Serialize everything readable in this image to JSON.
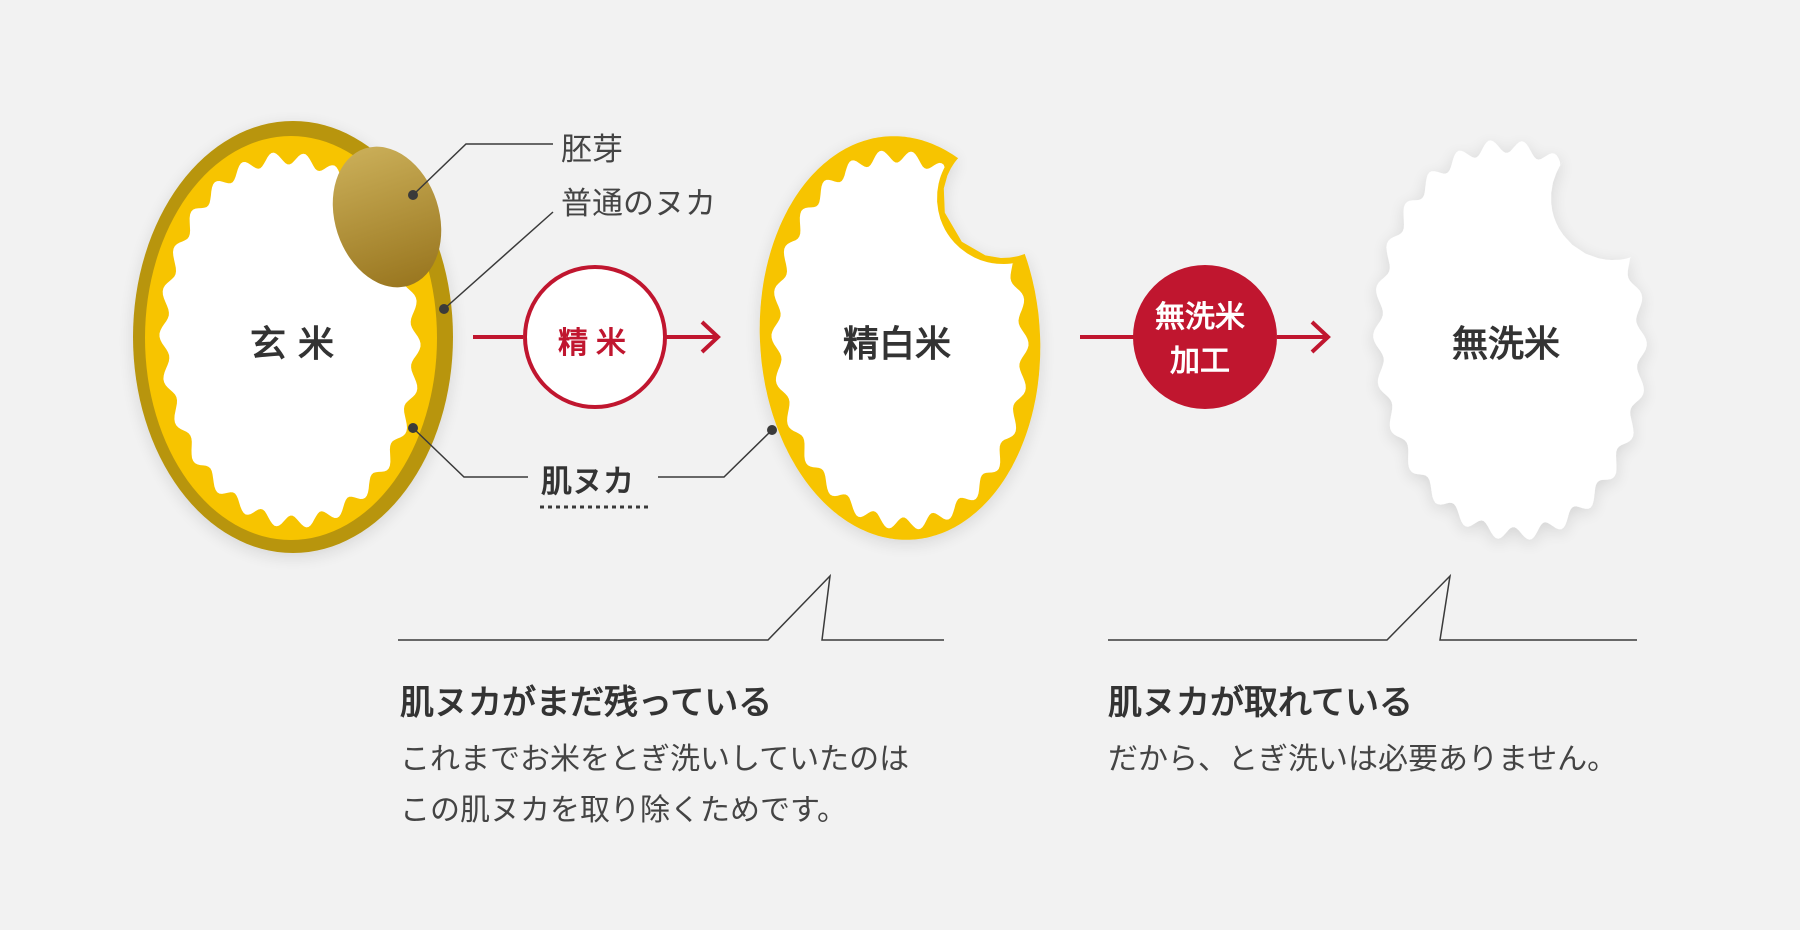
{
  "labels": {
    "germ": "胚芽",
    "normal_bran": "普通のヌカ",
    "hada_nuka": "肌ヌカ"
  },
  "grains": {
    "brown": "玄米",
    "polished": "精白米",
    "musenmai": "無洗米"
  },
  "steps": {
    "polishing": "精米",
    "musen_line1": "無洗米",
    "musen_line2": "加工"
  },
  "captions": {
    "left": {
      "heading": "肌ヌカがまだ残っている",
      "body_line1": "これまでお米をとぎ洗いしていたのは",
      "body_line2": "この肌ヌカを取り除くためです。"
    },
    "right": {
      "heading": "肌ヌカが取れている",
      "body_line1": "だから、とぎ洗いは必要ありません。"
    }
  },
  "colors": {
    "background": "#f2f2f2",
    "bran_outer": "#b8950f",
    "bran_yellow": "#f7c400",
    "germ": "#a8832c",
    "accent_red": "#c0162f",
    "text": "#3a3a3a"
  }
}
